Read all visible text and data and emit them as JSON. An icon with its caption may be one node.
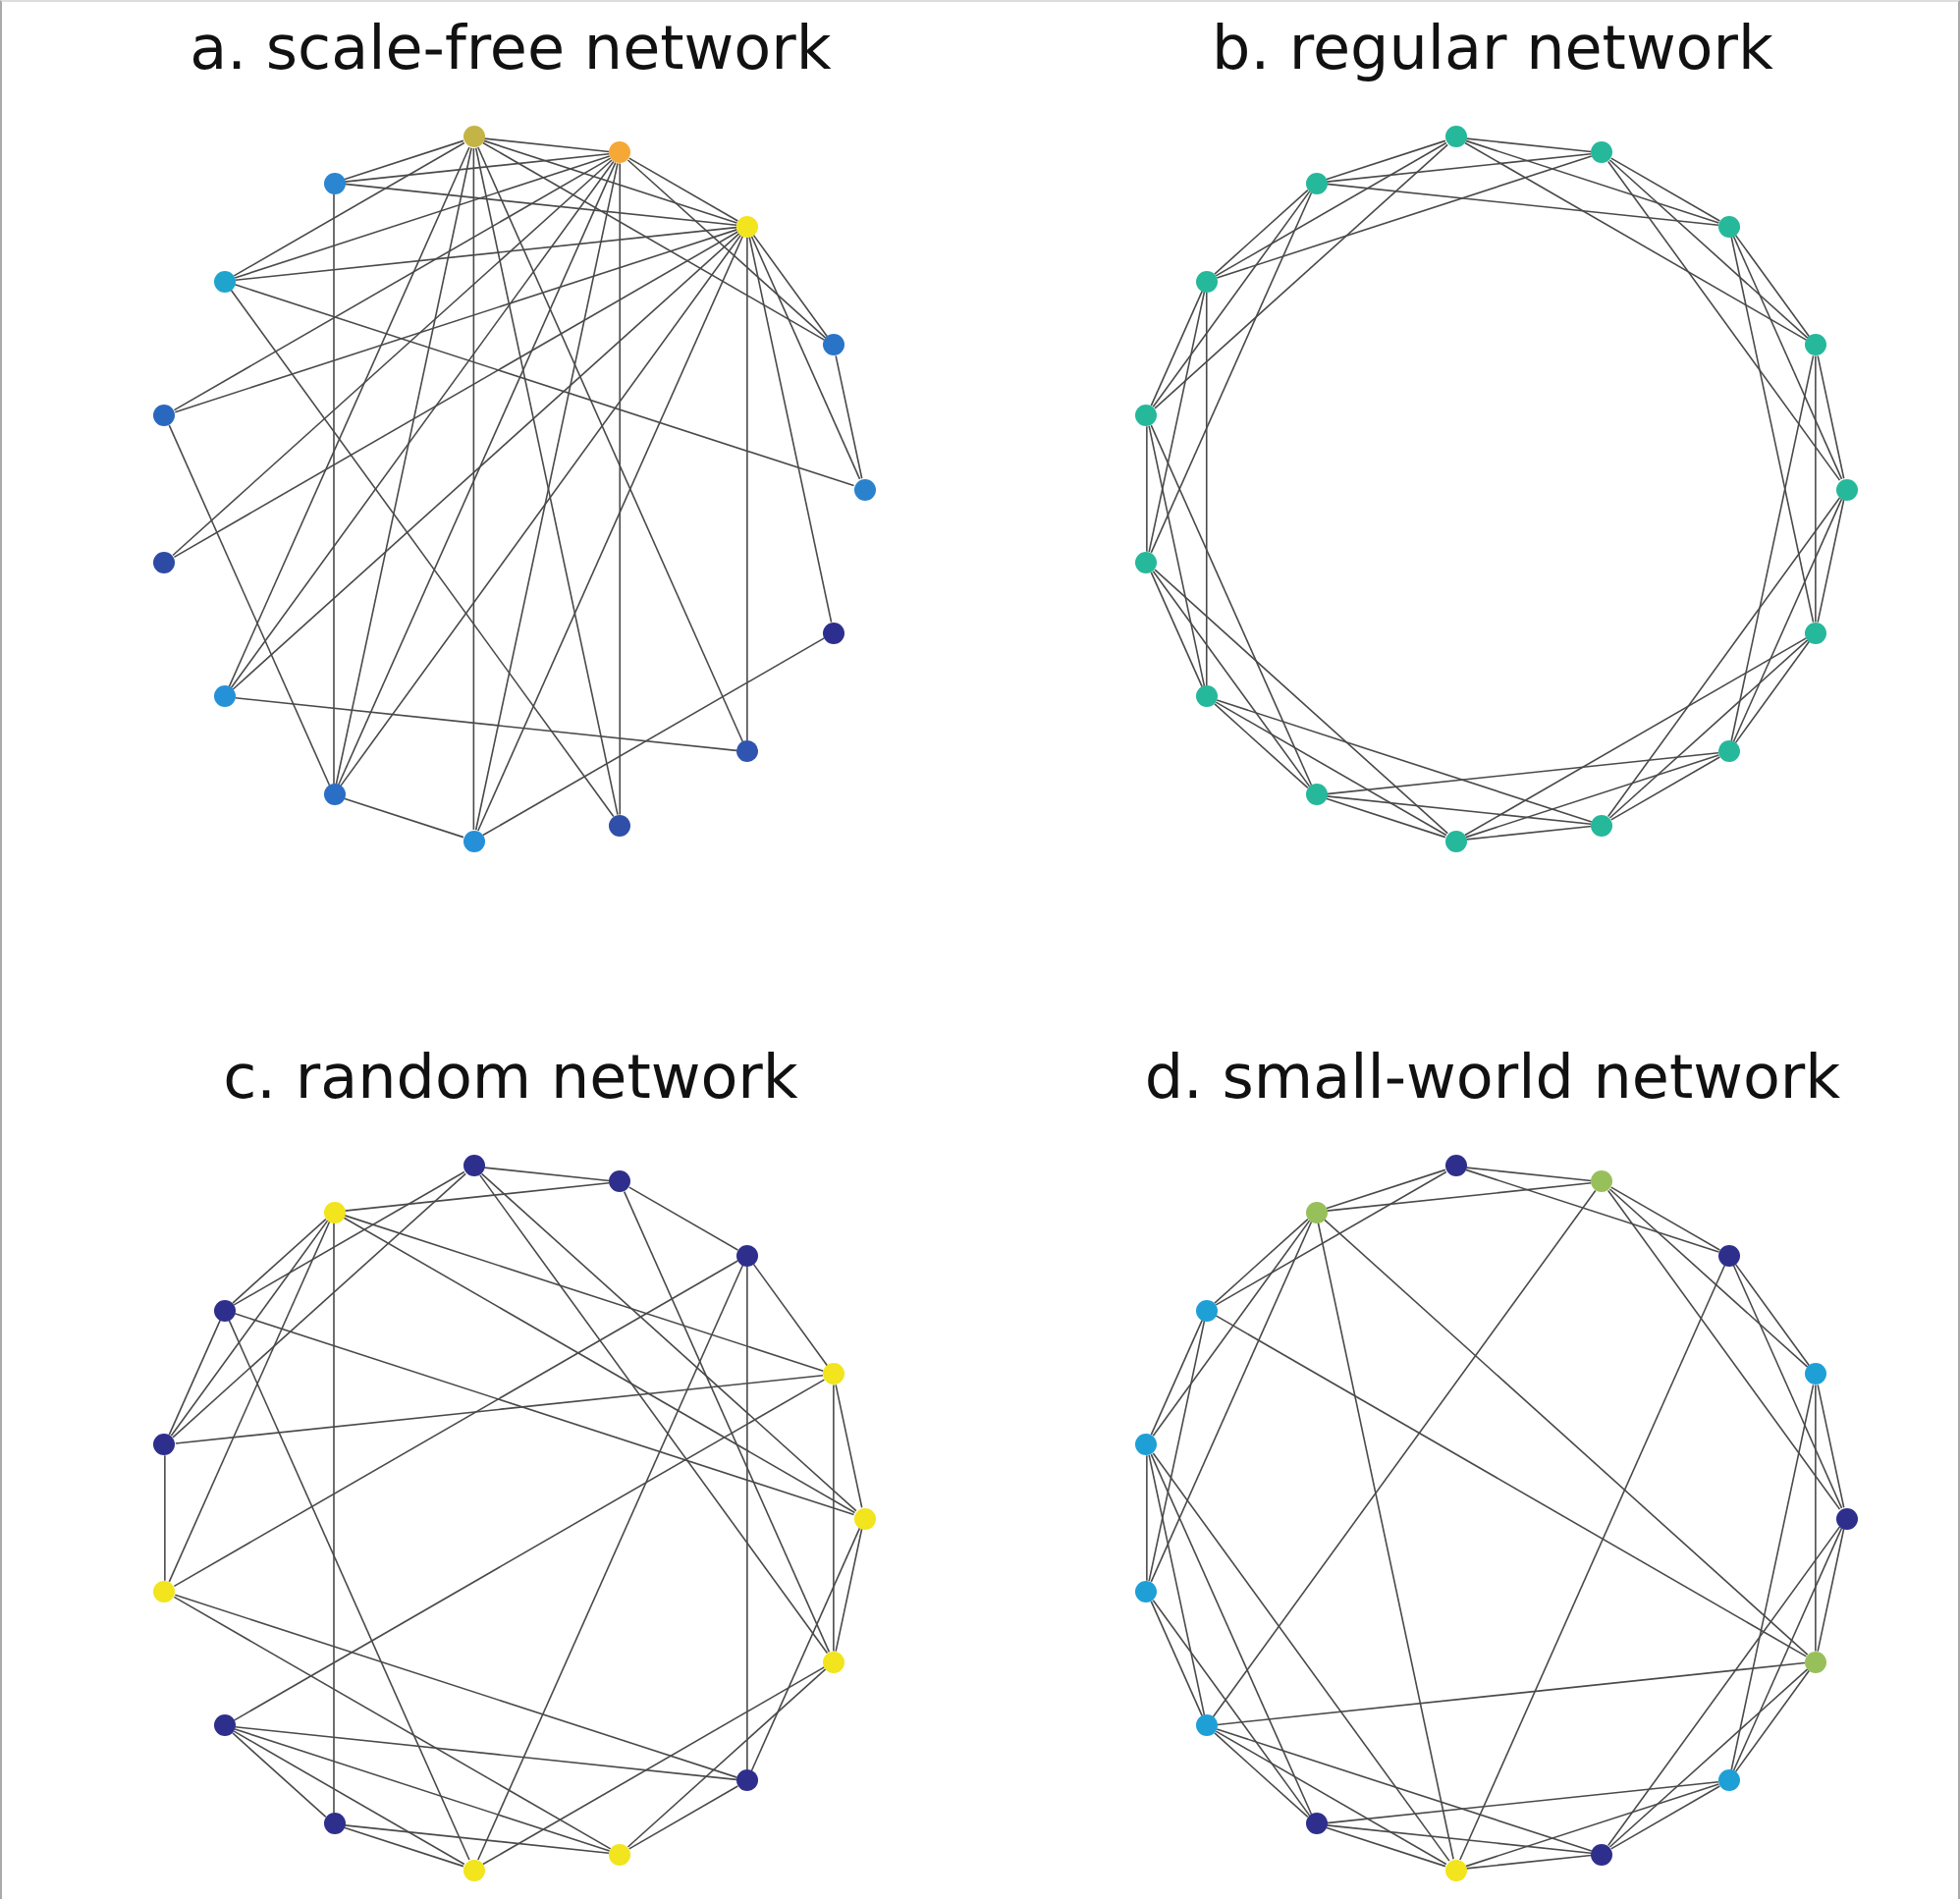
{
  "diagram": {
    "nodes": [
      {
        "text": [],
        "shape": "circle"
      },
      {
        "text": [],
        "shape": "circle"
      },
      {
        "text": [],
        "shape": "circle"
      },
      {
        "text": [],
        "shape": "circle"
      },
      {
        "text": [],
        "shape": "circle"
      },
      {
        "text": [],
        "shape": "circle"
      },
      {
        "text": [],
        "shape": "circle"
      },
      {
        "text": [],
        "shape": "circle"
      },
      {
        "text": [],
        "shape": "circle"
      },
      {
        "text": [],
        "shape": "circle"
      },
      {
        "text": [],
        "shape": "circle"
      },
      {
        "text": [],
        "shape": "circle"
      },
      {
        "text": [],
        "shape": "circle"
      },
      {
        "text": [],
        "shape": "circle"
      },
      {
        "text": [],
        "shape": "circle"
      },
      {
        "text": [],
        "shape": "circle"
      },
      {
        "text": [],
        "shape": "circle"
      },
      {
        "text": [],
        "shape": "circle"
      },
      {
        "text": [],
        "shape": "circle"
      },
      {
        "text": [],
        "shape": "circle"
      },
      {
        "text": [],
        "shape": "circle"
      },
      {
        "text": [],
        "shape": "circle"
      },
      {
        "text": [],
        "shape": "circle"
      },
      {
        "text": [],
        "shape": "circle"
      },
      {
        "text": [],
        "shape": "circle"
      },
      {
        "text": [],
        "shape": "circle"
      },
      {
        "text": [],
        "shape": "circle"
      },
      {
        "text": [],
        "shape": "circle"
      },
      {
        "text": [],
        "shape": "circle"
      },
      {
        "text": [],
        "shape": "circle"
      },
      {
        "text": [],
        "shape": "circle"
      },
      {
        "text": [],
        "shape": "circle"
      },
      {
        "text": [],
        "shape": "circle"
      },
      {
        "text": [],
        "shape": "circle"
      },
      {
        "text": [],
        "shape": "circle"
      },
      {
        "text": [],
        "shape": "circle"
      },
      {
        "text": [],
        "shape": "circle"
      },
      {
        "text": [],
        "shape": "circle"
      },
      {
        "text": [],
        "shape": "circle"
      },
      {
        "text": [],
        "shape": "circle"
      },
      {
        "text": [],
        "shape": "circle"
      },
      {
        "text": [],
        "shape": "circle"
      },
      {
        "text": [],
        "shape": "circle"
      },
      {
        "text": [],
        "shape": "circle"
      },
      {
        "text": [],
        "shape": "circle"
      },
      {
        "text": [],
        "shape": "circle"
      },
      {
        "text": [],
        "shape": "circle"
      },
      {
        "text": [],
        "shape": "circle"
      },
      {
        "text": [],
        "shape": "circle"
      },
      {
        "text": [],
        "shape": "circle"
      },
      {
        "text": [],
        "shape": "circle"
      },
      {
        "text": [],
        "shape": "circle"
      },
      {
        "text": [],
        "shape": "circle"
      },
      {
        "text": [],
        "shape": "circle"
      },
      {
        "text": [],
        "shape": "circle"
      },
      {
        "text": [],
        "shape": "circle"
      },
      {
        "text": [],
        "shape": "circle"
      },
      {
        "text": [],
        "shape": "circle"
      },
      {
        "text": [],
        "shape": "circle"
      },
      {
        "text": [],
        "shape": "circle"
      }
    ],
    "edges": [
      {
        "from": 0,
        "to": 1,
        "arrow": "none"
      },
      {
        "from": 0,
        "to": 2,
        "arrow": "none"
      },
      {
        "from": 0,
        "to": 3,
        "arrow": "none"
      },
      {
        "from": 0,
        "to": 6,
        "arrow": "none"
      },
      {
        "from": 0,
        "to": 7,
        "arrow": "none"
      },
      {
        "from": 0,
        "to": 8,
        "arrow": "none"
      },
      {
        "from": 0,
        "to": 9,
        "arrow": "none"
      },
      {
        "from": 0,
        "to": 10,
        "arrow": "none"
      },
      {
        "from": 0,
        "to": 13,
        "arrow": "none"
      },
      {
        "from": 0,
        "to": 14,
        "arrow": "none"
      },
      {
        "from": 1,
        "to": 2,
        "arrow": "none"
      },
      {
        "from": 1,
        "to": 3,
        "arrow": "none"
      },
      {
        "from": 1,
        "to": 7,
        "arrow": "none"
      },
      {
        "from": 1,
        "to": 8,
        "arrow": "none"
      },
      {
        "from": 1,
        "to": 9,
        "arrow": "none"
      },
      {
        "from": 1,
        "to": 10,
        "arrow": "none"
      },
      {
        "from": 1,
        "to": 11,
        "arrow": "none"
      },
      {
        "from": 1,
        "to": 12,
        "arrow": "none"
      },
      {
        "from": 1,
        "to": 13,
        "arrow": "none"
      },
      {
        "from": 1,
        "to": 14,
        "arrow": "none"
      },
      {
        "from": 2,
        "to": 3,
        "arrow": "none"
      },
      {
        "from": 2,
        "to": 4,
        "arrow": "none"
      },
      {
        "from": 2,
        "to": 5,
        "arrow": "none"
      },
      {
        "from": 2,
        "to": 6,
        "arrow": "none"
      },
      {
        "from": 2,
        "to": 8,
        "arrow": "none"
      },
      {
        "from": 2,
        "to": 9,
        "arrow": "none"
      },
      {
        "from": 2,
        "to": 10,
        "arrow": "none"
      },
      {
        "from": 2,
        "to": 11,
        "arrow": "none"
      },
      {
        "from": 2,
        "to": 12,
        "arrow": "none"
      },
      {
        "from": 2,
        "to": 13,
        "arrow": "none"
      },
      {
        "from": 2,
        "to": 14,
        "arrow": "none"
      },
      {
        "from": 3,
        "to": 4,
        "arrow": "none"
      },
      {
        "from": 4,
        "to": 13,
        "arrow": "none"
      },
      {
        "from": 5,
        "to": 8,
        "arrow": "none"
      },
      {
        "from": 6,
        "to": 10,
        "arrow": "none"
      },
      {
        "from": 8,
        "to": 9,
        "arrow": "none"
      },
      {
        "from": 9,
        "to": 12,
        "arrow": "none"
      },
      {
        "from": 13,
        "to": 7,
        "arrow": "none"
      },
      {
        "from": 14,
        "to": 9,
        "arrow": "none"
      },
      {
        "from": 15,
        "to": 16,
        "arrow": "none"
      },
      {
        "from": 15,
        "to": 17,
        "arrow": "none"
      },
      {
        "from": 16,
        "to": 17,
        "arrow": "none"
      },
      {
        "from": 16,
        "to": 18,
        "arrow": "none"
      },
      {
        "from": 17,
        "to": 18,
        "arrow": "none"
      },
      {
        "from": 17,
        "to": 19,
        "arrow": "none"
      },
      {
        "from": 18,
        "to": 19,
        "arrow": "none"
      },
      {
        "from": 18,
        "to": 20,
        "arrow": "none"
      },
      {
        "from": 19,
        "to": 20,
        "arrow": "none"
      },
      {
        "from": 19,
        "to": 21,
        "arrow": "none"
      },
      {
        "from": 20,
        "to": 21,
        "arrow": "none"
      },
      {
        "from": 20,
        "to": 22,
        "arrow": "none"
      },
      {
        "from": 21,
        "to": 22,
        "arrow": "none"
      },
      {
        "from": 21,
        "to": 23,
        "arrow": "none"
      },
      {
        "from": 22,
        "to": 23,
        "arrow": "none"
      },
      {
        "from": 22,
        "to": 24,
        "arrow": "none"
      },
      {
        "from": 23,
        "to": 24,
        "arrow": "none"
      },
      {
        "from": 23,
        "to": 25,
        "arrow": "none"
      },
      {
        "from": 24,
        "to": 25,
        "arrow": "none"
      },
      {
        "from": 24,
        "to": 26,
        "arrow": "none"
      },
      {
        "from": 25,
        "to": 26,
        "arrow": "none"
      },
      {
        "from": 25,
        "to": 27,
        "arrow": "none"
      },
      {
        "from": 26,
        "to": 27,
        "arrow": "none"
      },
      {
        "from": 26,
        "to": 28,
        "arrow": "none"
      },
      {
        "from": 27,
        "to": 28,
        "arrow": "none"
      },
      {
        "from": 27,
        "to": 29,
        "arrow": "none"
      },
      {
        "from": 28,
        "to": 29,
        "arrow": "none"
      },
      {
        "from": 28,
        "to": 15,
        "arrow": "none"
      },
      {
        "from": 29,
        "to": 15,
        "arrow": "none"
      },
      {
        "from": 29,
        "to": 16,
        "arrow": "none"
      },
      {
        "from": 15,
        "to": 18,
        "arrow": "none"
      },
      {
        "from": 16,
        "to": 19,
        "arrow": "none"
      },
      {
        "from": 17,
        "to": 20,
        "arrow": "none"
      },
      {
        "from": 18,
        "to": 21,
        "arrow": "none"
      },
      {
        "from": 19,
        "to": 22,
        "arrow": "none"
      },
      {
        "from": 20,
        "to": 23,
        "arrow": "none"
      },
      {
        "from": 21,
        "to": 24,
        "arrow": "none"
      },
      {
        "from": 22,
        "to": 25,
        "arrow": "none"
      },
      {
        "from": 23,
        "to": 26,
        "arrow": "none"
      },
      {
        "from": 24,
        "to": 27,
        "arrow": "none"
      },
      {
        "from": 25,
        "to": 28,
        "arrow": "none"
      },
      {
        "from": 26,
        "to": 29,
        "arrow": "none"
      },
      {
        "from": 27,
        "to": 15,
        "arrow": "none"
      },
      {
        "from": 28,
        "to": 16,
        "arrow": "none"
      },
      {
        "from": 29,
        "to": 17,
        "arrow": "none"
      },
      {
        "from": 30,
        "to": 31,
        "arrow": "none"
      },
      {
        "from": 30,
        "to": 43,
        "arrow": "none"
      },
      {
        "from": 30,
        "to": 42,
        "arrow": "none"
      },
      {
        "from": 30,
        "to": 34,
        "arrow": "none"
      },
      {
        "from": 30,
        "to": 35,
        "arrow": "none"
      },
      {
        "from": 31,
        "to": 44,
        "arrow": "none"
      },
      {
        "from": 31,
        "to": 32,
        "arrow": "none"
      },
      {
        "from": 31,
        "to": 35,
        "arrow": "none"
      },
      {
        "from": 32,
        "to": 33,
        "arrow": "none"
      },
      {
        "from": 32,
        "to": 36,
        "arrow": "none"
      },
      {
        "from": 32,
        "to": 41,
        "arrow": "none"
      },
      {
        "from": 32,
        "to": 38,
        "arrow": "none"
      },
      {
        "from": 33,
        "to": 34,
        "arrow": "none"
      },
      {
        "from": 33,
        "to": 42,
        "arrow": "none"
      },
      {
        "from": 33,
        "to": 44,
        "arrow": "none"
      },
      {
        "from": 33,
        "to": 35,
        "arrow": "none"
      },
      {
        "from": 33,
        "to": 40,
        "arrow": "none"
      },
      {
        "from": 34,
        "to": 35,
        "arrow": "none"
      },
      {
        "from": 34,
        "to": 43,
        "arrow": "none"
      },
      {
        "from": 34,
        "to": 44,
        "arrow": "none"
      },
      {
        "from": 34,
        "to": 36,
        "arrow": "none"
      },
      {
        "from": 35,
        "to": 37,
        "arrow": "none"
      },
      {
        "from": 35,
        "to": 38,
        "arrow": "none"
      },
      {
        "from": 36,
        "to": 37,
        "arrow": "none"
      },
      {
        "from": 36,
        "to": 40,
        "arrow": "none"
      },
      {
        "from": 36,
        "to": 41,
        "arrow": "none"
      },
      {
        "from": 37,
        "to": 39,
        "arrow": "none"
      },
      {
        "from": 37,
        "to": 40,
        "arrow": "none"
      },
      {
        "from": 37,
        "to": 41,
        "arrow": "none"
      },
      {
        "from": 38,
        "to": 39,
        "arrow": "none"
      },
      {
        "from": 38,
        "to": 40,
        "arrow": "none"
      },
      {
        "from": 38,
        "to": 43,
        "arrow": "none"
      },
      {
        "from": 39,
        "to": 44,
        "arrow": "none"
      },
      {
        "from": 39,
        "to": 40,
        "arrow": "none"
      },
      {
        "from": 41,
        "to": 42,
        "arrow": "none"
      },
      {
        "from": 42,
        "to": 43,
        "arrow": "none"
      },
      {
        "from": 43,
        "to": 44,
        "arrow": "none"
      },
      {
        "from": 44,
        "to": 42,
        "arrow": "none"
      },
      {
        "from": 41,
        "to": 44,
        "arrow": "none"
      },
      {
        "from": 45,
        "to": 46,
        "arrow": "none"
      },
      {
        "from": 45,
        "to": 47,
        "arrow": "none"
      },
      {
        "from": 45,
        "to": 59,
        "arrow": "none"
      },
      {
        "from": 45,
        "to": 58,
        "arrow": "none"
      },
      {
        "from": 46,
        "to": 47,
        "arrow": "none"
      },
      {
        "from": 46,
        "to": 48,
        "arrow": "none"
      },
      {
        "from": 46,
        "to": 59,
        "arrow": "none"
      },
      {
        "from": 46,
        "to": 55,
        "arrow": "none"
      },
      {
        "from": 47,
        "to": 48,
        "arrow": "none"
      },
      {
        "from": 47,
        "to": 49,
        "arrow": "none"
      },
      {
        "from": 47,
        "to": 53,
        "arrow": "none"
      },
      {
        "from": 48,
        "to": 49,
        "arrow": "none"
      },
      {
        "from": 48,
        "to": 50,
        "arrow": "none"
      },
      {
        "from": 48,
        "to": 51,
        "arrow": "none"
      },
      {
        "from": 49,
        "to": 50,
        "arrow": "none"
      },
      {
        "from": 49,
        "to": 51,
        "arrow": "none"
      },
      {
        "from": 50,
        "to": 51,
        "arrow": "none"
      },
      {
        "from": 50,
        "to": 52,
        "arrow": "none"
      },
      {
        "from": 50,
        "to": 59,
        "arrow": "none"
      },
      {
        "from": 50,
        "to": 58,
        "arrow": "none"
      },
      {
        "from": 50,
        "to": 55,
        "arrow": "none"
      },
      {
        "from": 51,
        "to": 52,
        "arrow": "none"
      },
      {
        "from": 51,
        "to": 53,
        "arrow": "none"
      },
      {
        "from": 52,
        "to": 53,
        "arrow": "none"
      },
      {
        "from": 52,
        "to": 54,
        "arrow": "none"
      },
      {
        "from": 53,
        "to": 54,
        "arrow": "none"
      },
      {
        "from": 53,
        "to": 55,
        "arrow": "none"
      },
      {
        "from": 53,
        "to": 59,
        "arrow": "none"
      },
      {
        "from": 53,
        "to": 57,
        "arrow": "none"
      },
      {
        "from": 54,
        "to": 55,
        "arrow": "none"
      },
      {
        "from": 54,
        "to": 56,
        "arrow": "none"
      },
      {
        "from": 55,
        "to": 56,
        "arrow": "none"
      },
      {
        "from": 55,
        "to": 57,
        "arrow": "none"
      },
      {
        "from": 56,
        "to": 57,
        "arrow": "none"
      },
      {
        "from": 56,
        "to": 58,
        "arrow": "none"
      },
      {
        "from": 57,
        "to": 58,
        "arrow": "none"
      },
      {
        "from": 57,
        "to": 59,
        "arrow": "none"
      },
      {
        "from": 58,
        "to": 59,
        "arrow": "none"
      },
      {
        "from": 46,
        "to": 49,
        "arrow": "none"
      },
      {
        "from": 49,
        "to": 52,
        "arrow": "none"
      },
      {
        "from": 51,
        "to": 54,
        "arrow": "none"
      },
      {
        "from": 52,
        "to": 55,
        "arrow": "none"
      },
      {
        "from": 54,
        "to": 57,
        "arrow": "none"
      },
      {
        "from": 56,
        "to": 59,
        "arrow": "none"
      }
    ],
    "labels": [
      "a. scale-free network",
      "b. regular network",
      "c. random network",
      "d. small-world network"
    ]
  }
}
